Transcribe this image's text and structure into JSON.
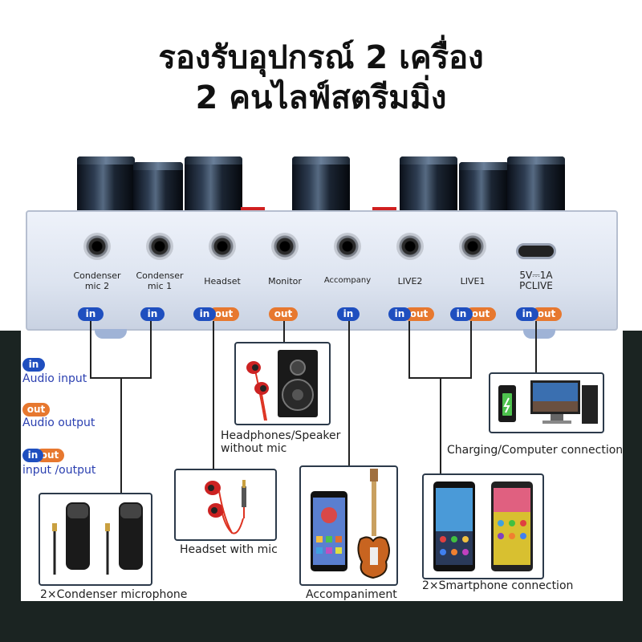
{
  "title": {
    "line1": "รองรับอุปกรณ์ 2 เครื่อง",
    "line2": "2 คนไลฟ์สตรีมมิ่ง"
  },
  "ports": [
    {
      "label": "Condenser\nmic 2",
      "badges": [
        "in"
      ]
    },
    {
      "label": "Condenser\nmic 1",
      "badges": [
        "in"
      ]
    },
    {
      "label": "Headset",
      "badges": [
        "in",
        "out"
      ]
    },
    {
      "label": "Monitor",
      "badges": [
        "out"
      ]
    },
    {
      "label": "Accompany",
      "badges": [
        "in"
      ]
    },
    {
      "label": "LIVE2",
      "badges": [
        "in",
        "out"
      ]
    },
    {
      "label": "LIVE1",
      "badges": [
        "in",
        "out"
      ]
    },
    {
      "label": "5V⎓1A\nPCLIVE",
      "badges": [
        "in",
        "out"
      ]
    }
  ],
  "legend": {
    "in_badge": "in",
    "in_text": "Audio input",
    "out_badge": "out",
    "out_text": "Audio output",
    "inout_in": "in",
    "inout_out": "out",
    "inout_text": "input /output"
  },
  "captions": {
    "mic": "2×Condenser microphone",
    "headset": "Headset with mic",
    "speaker": "Headphones/Speaker\nwithout mic",
    "accomp": "Accompaniment",
    "phones": "2×Smartphone connection",
    "charging": "Charging/Computer connection"
  },
  "colors": {
    "in": "#1f4fbf",
    "out": "#e7782f",
    "legend_text": "#2a3fb0"
  }
}
